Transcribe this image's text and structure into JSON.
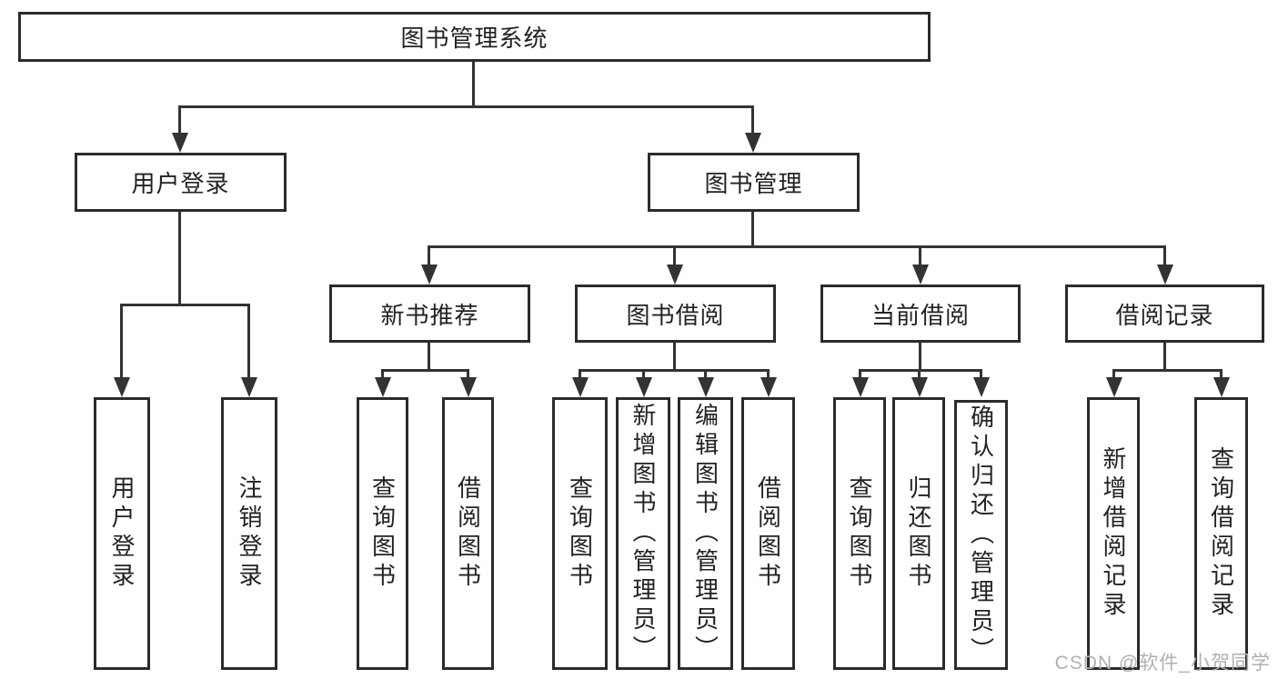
{
  "diagram": {
    "root": {
      "label": "图书管理系统"
    },
    "branches": [
      {
        "label": "用户登录"
      },
      {
        "label": "图书管理"
      }
    ],
    "modules": [
      {
        "label": "新书推荐"
      },
      {
        "label": "图书借阅"
      },
      {
        "label": "当前借阅"
      },
      {
        "label": "借阅记录"
      }
    ],
    "functions": {
      "user_login": [
        "用户登录",
        "注销登录"
      ],
      "new_book_recommend": [
        "查询图书",
        "借阅图书"
      ],
      "book_borrow": [
        "查询图书",
        "新增图书（管理员）",
        "编辑图书（管理员）",
        "借阅图书"
      ],
      "current_borrow": [
        "查询图书",
        "归还图书",
        "确认归还（管理员）"
      ],
      "borrow_records": [
        "新增借阅记录",
        "查询借阅记录"
      ]
    }
  },
  "watermark": "CSDN @软件_小贺同学",
  "colors": {
    "line": "#333333",
    "border": "#2b2b2b",
    "text": "#222222",
    "watermark": "#b0b0b0",
    "background": "#ffffff"
  }
}
